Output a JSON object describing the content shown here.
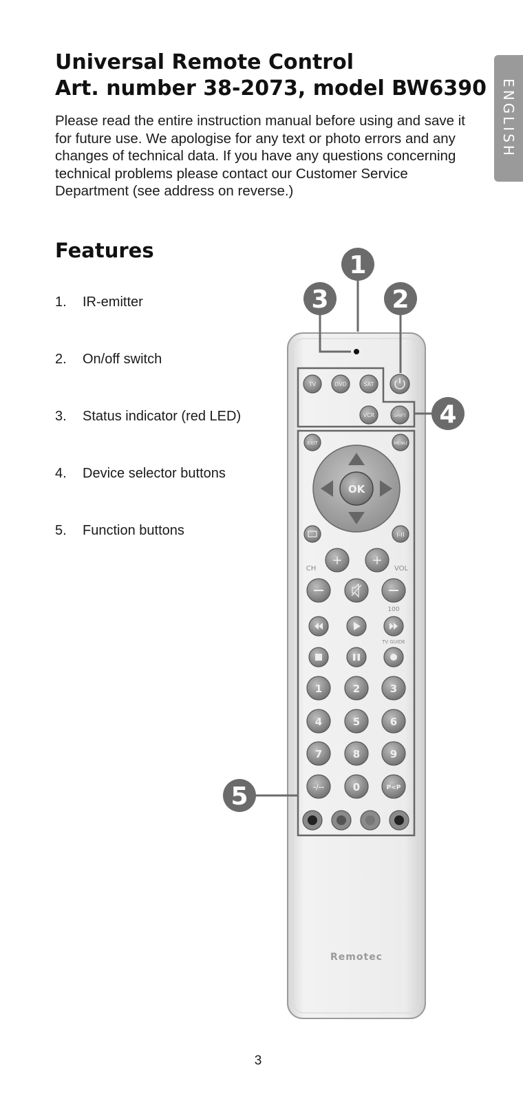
{
  "side_tab": {
    "label": "ENGLISH"
  },
  "header": {
    "title_line1": "Universal Remote Control",
    "title_line2": "Art. number 38-2073, model BW6390"
  },
  "intro": "Please read the entire instruction manual before using and save it for future use. We apologise for any text or photo errors and any changes of technical data. If you have any questions concerning technical problems please contact our Customer Service Department (see address on reverse.)",
  "features": {
    "heading": "Features",
    "items": [
      {
        "num": "1.",
        "text": "IR-emitter"
      },
      {
        "num": "2.",
        "text": "On/off switch"
      },
      {
        "num": "3.",
        "text": "Status indicator (red LED)"
      },
      {
        "num": "4.",
        "text": "Device selector buttons"
      },
      {
        "num": "5.",
        "text": "Function buttons"
      }
    ]
  },
  "remote": {
    "brand": "Remotec",
    "device_buttons": [
      "TV",
      "DVD",
      "SAT",
      "VCR"
    ],
    "shift_label": "SHIFT",
    "exit_label": "EXIT",
    "menu_label": "MENU",
    "ok_label": "OK",
    "ch_label": "CH",
    "vol_label": "VOL",
    "label_100": "100",
    "tv_guide_label": "TV GUIDE",
    "digits": [
      "1",
      "2",
      "3",
      "4",
      "5",
      "6",
      "7",
      "8",
      "9",
      "-/--",
      "0",
      "P<P"
    ]
  },
  "callouts": [
    "1",
    "2",
    "3",
    "4",
    "5"
  ],
  "page_number": "3",
  "colors": {
    "tab": "#9a9a9a",
    "callout": "#6b6b6b",
    "remote_body": "#e9e9e9",
    "button": "#8c8c8c"
  }
}
